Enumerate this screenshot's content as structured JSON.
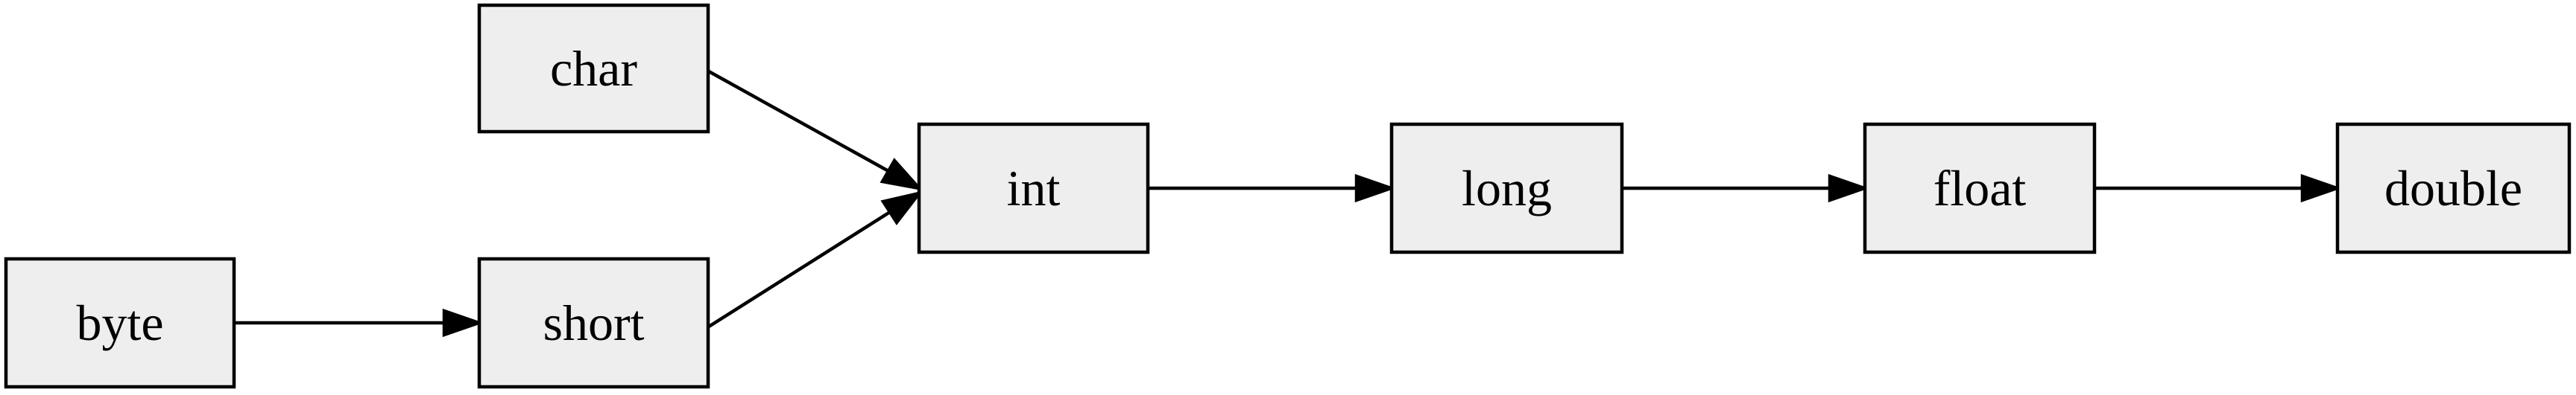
{
  "diagram": {
    "nodes": {
      "char": "char",
      "byte": "byte",
      "short": "short",
      "int": "int",
      "long": "long",
      "float": "float",
      "double": "double"
    },
    "edges": [
      {
        "from": "byte",
        "to": "short"
      },
      {
        "from": "char",
        "to": "int"
      },
      {
        "from": "short",
        "to": "int"
      },
      {
        "from": "int",
        "to": "long"
      },
      {
        "from": "long",
        "to": "float"
      },
      {
        "from": "float",
        "to": "double"
      }
    ],
    "colors": {
      "node_fill": "#eeeeee",
      "stroke": "#000000",
      "background": "#ffffff"
    }
  }
}
